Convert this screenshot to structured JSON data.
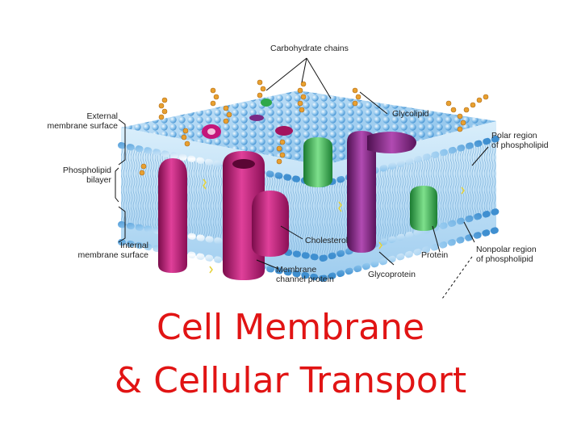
{
  "slide": {
    "title_line1": "Cell Membrane",
    "title_line2": "& Cellular Transport",
    "title_color": "#e11414"
  },
  "diagram": {
    "labels": {
      "carbohydrate_chains": "Carbohydrate chains",
      "external_surface": "External\nmembrane surface",
      "glycolipid": "Glycolipid",
      "polar_region": "Polar region\nof phospholipid",
      "phospholipid_bilayer": "Phospholipid\nbilayer",
      "cholesterol": "Cholesterol",
      "protein": "Protein",
      "nonpolar_region": "Nonpolar region\nof phospholipid",
      "internal_surface": "Internal\nmembrane surface",
      "channel_protein": "Membrane\nchannel protein",
      "glycoprotein": "Glycoprotein"
    },
    "colors": {
      "phospholipid_head": "#8fc6ee",
      "bilayer_core": "#bfe0f5",
      "protein_magenta": "#c4167a",
      "protein_purple": "#8a2a8a",
      "protein_green": "#2fa84a",
      "carbohydrate": "#e8a030"
    }
  }
}
